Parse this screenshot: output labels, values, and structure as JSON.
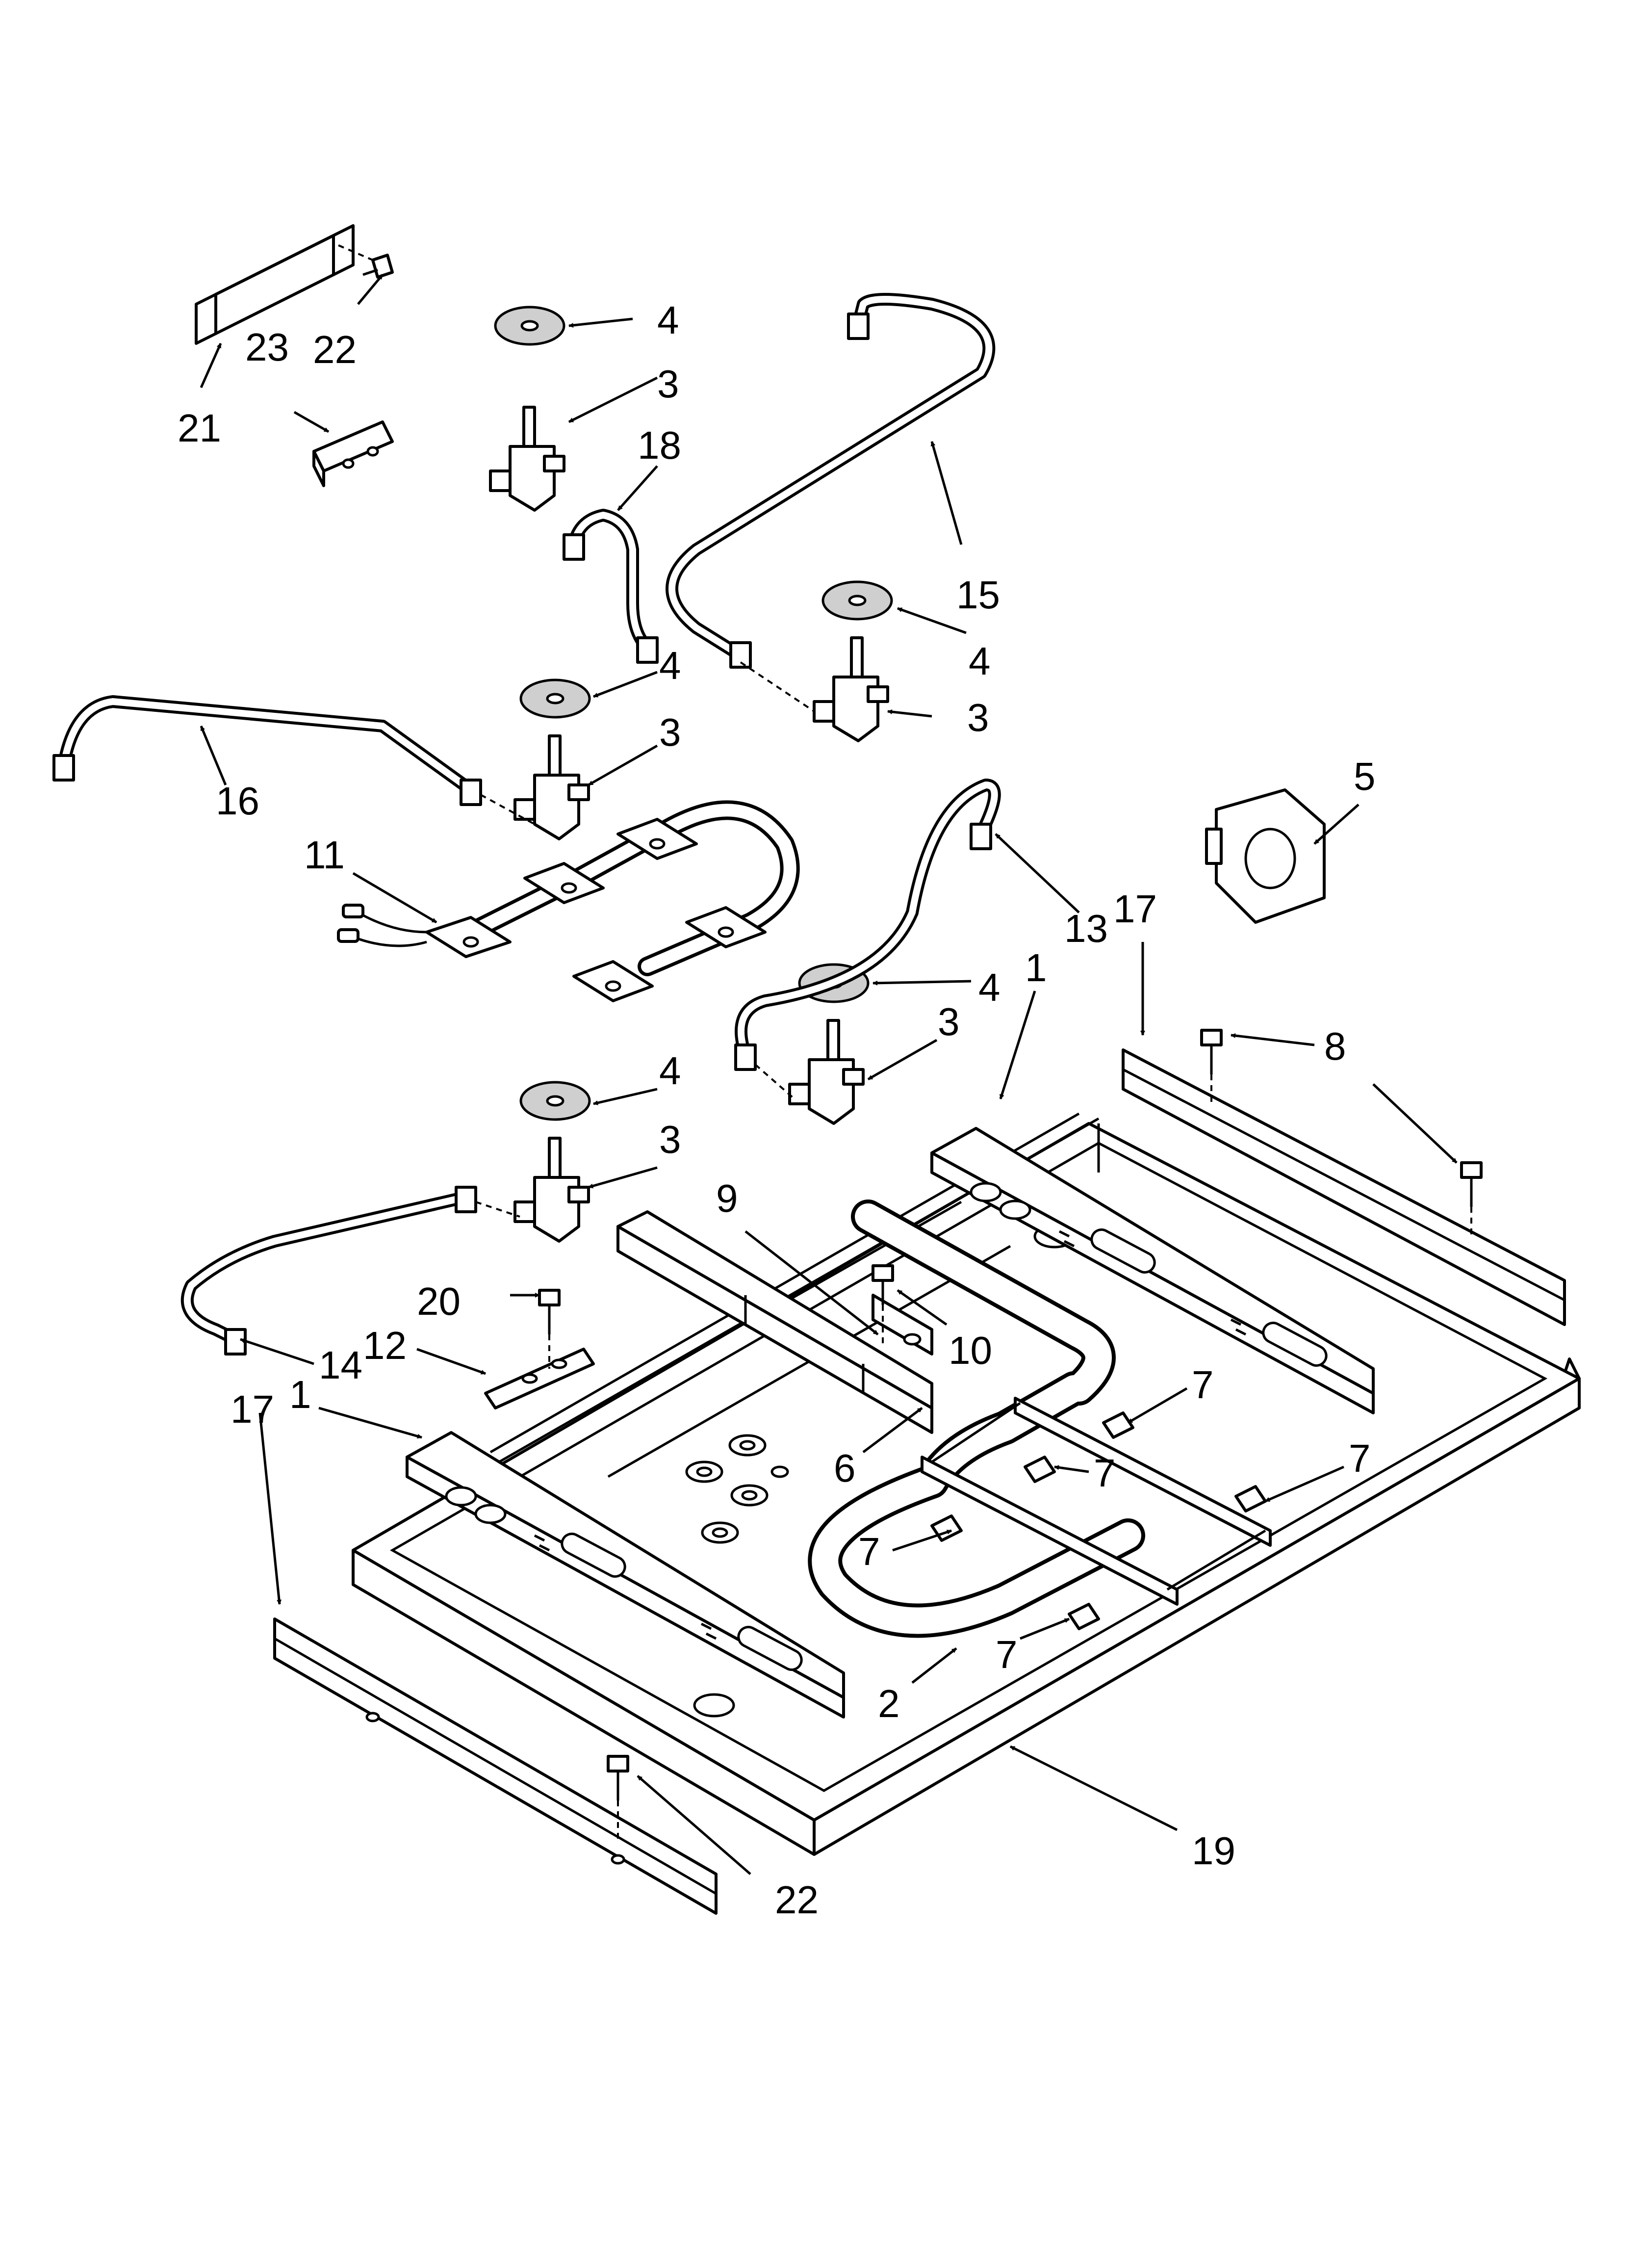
{
  "diagram": {
    "callouts": {
      "c21": "21",
      "c22a": "22",
      "c23": "23",
      "c4a": "4",
      "c3a": "3",
      "c18": "18",
      "c15": "15",
      "c4b": "4",
      "c3b": "3",
      "c4c": "4",
      "c3c": "3",
      "c16": "16",
      "c11": "11",
      "c13": "13",
      "c5": "5",
      "c17a": "17",
      "c4d": "4",
      "c3d": "3",
      "c1a": "1",
      "c8": "8",
      "c4e": "4",
      "c3e": "3",
      "c9": "9",
      "c20": "20",
      "c10": "10",
      "c14": "14",
      "c12": "12",
      "c7a": "7",
      "c1b": "1",
      "c17b": "17",
      "c6": "6",
      "c7b": "7",
      "c7c": "7",
      "c7d": "7",
      "c7e": "7",
      "c2": "2",
      "c19": "19",
      "c22b": "22"
    }
  }
}
